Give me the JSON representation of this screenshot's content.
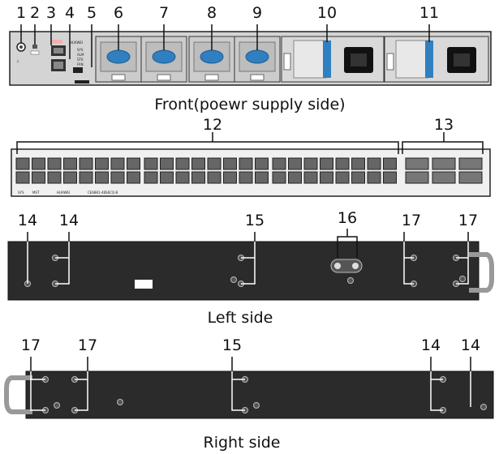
{
  "front": {
    "callouts": [
      "1",
      "2",
      "3",
      "4",
      "5",
      "6",
      "7",
      "8",
      "9",
      "10",
      "11"
    ],
    "brand": "HUAWEI",
    "caption": "Front(poewr supply side)"
  },
  "ports_panel": {
    "callouts": [
      "12",
      "13"
    ],
    "brand": "HUAWEI",
    "model": "CE6881-48S6CQ-B"
  },
  "left": {
    "callouts": [
      "14",
      "14",
      "15",
      "16",
      "17",
      "17"
    ],
    "caption": "Left side"
  },
  "right": {
    "callouts": [
      "17",
      "17",
      "15",
      "14",
      "14"
    ],
    "caption": "Right side"
  }
}
